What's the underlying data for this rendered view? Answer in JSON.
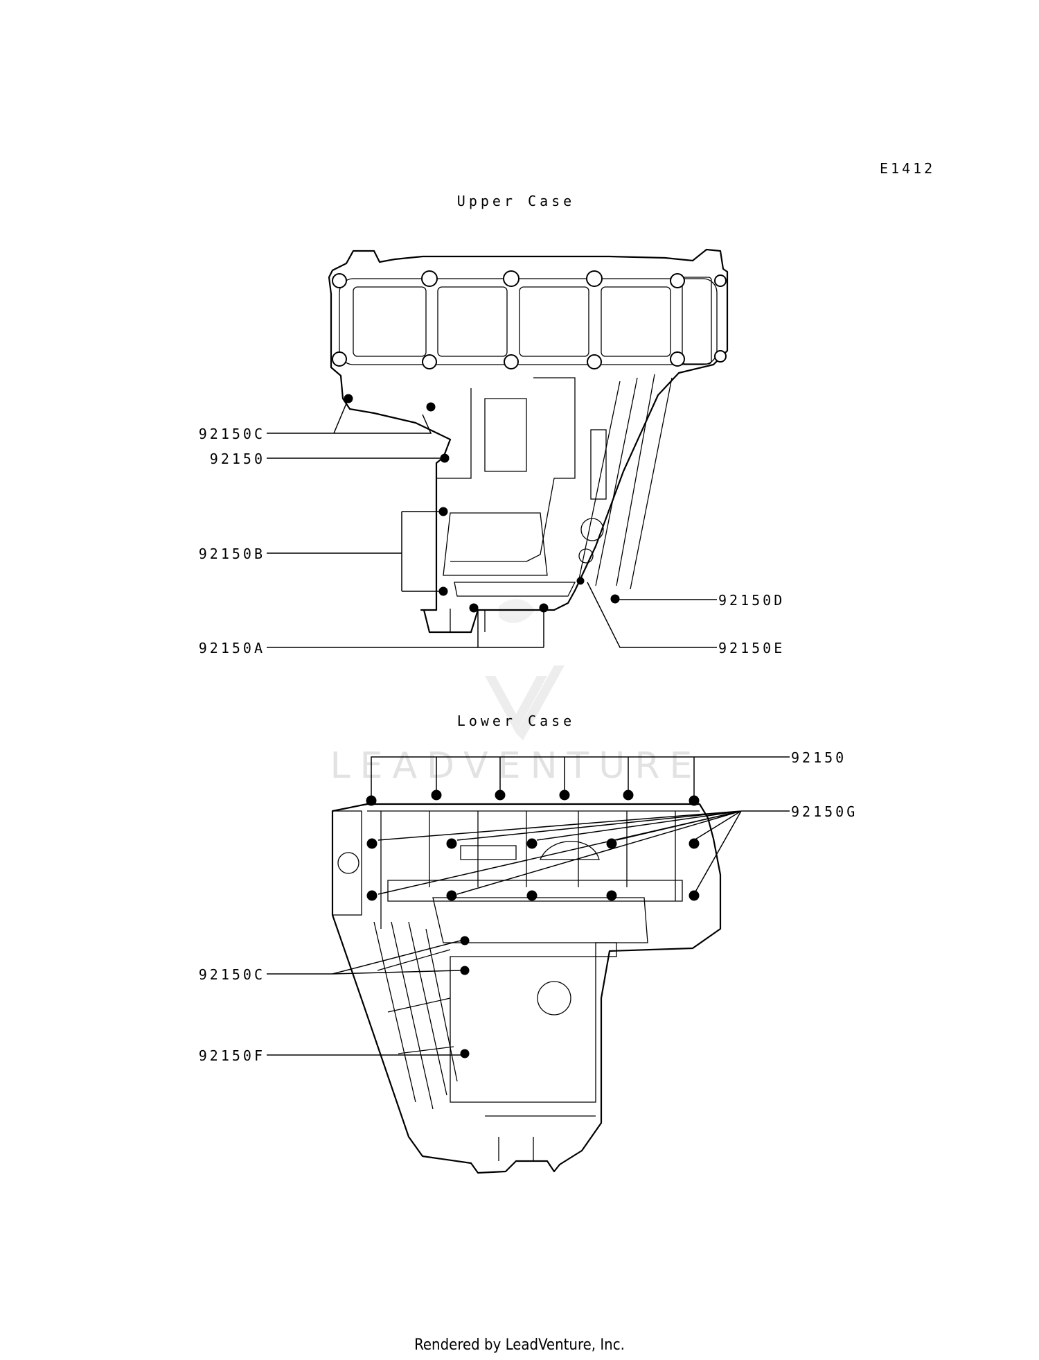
{
  "diagram_code": "E1412",
  "watermark": "LEADVENTURE",
  "footer": "Rendered by LeadVenture, Inc.",
  "upper_case": {
    "title": "Upper Case",
    "labels": [
      "92150C",
      "92150",
      "92150B",
      "92150A",
      "92150D",
      "92150E"
    ]
  },
  "lower_case": {
    "title": "Lower Case",
    "labels": [
      "92150",
      "92150G",
      "92150C",
      "92150F"
    ]
  }
}
